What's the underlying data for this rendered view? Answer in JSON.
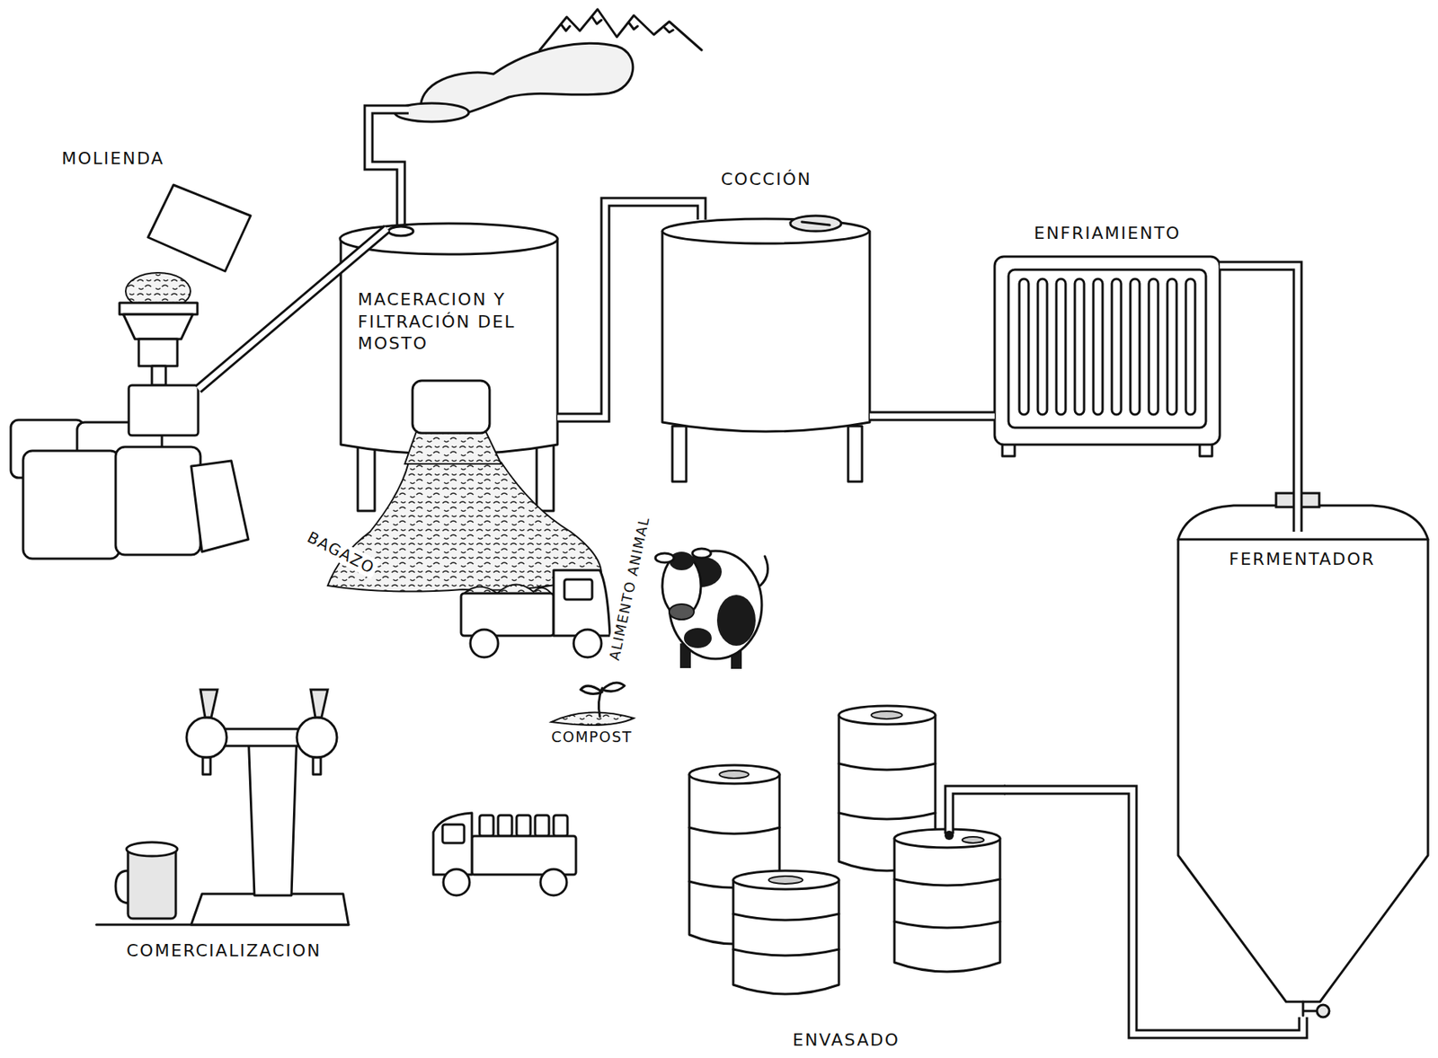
{
  "diagram": {
    "nodes": [
      {
        "text": [
          "MOLIENDA"
        ]
      },
      {
        "text": [
          "MACERACION Y FILTRACIÓN DEL MOSTO"
        ]
      },
      {
        "text": [
          "COCCIÓN"
        ]
      },
      {
        "text": [
          "ENFRIAMIENTO"
        ]
      },
      {
        "text": [
          "FERMENTADOR"
        ]
      },
      {
        "text": [
          "ENVASADO"
        ]
      },
      {
        "text": [
          "COMERCIALIZACION"
        ]
      }
    ],
    "edges": [
      {
        "from": 0,
        "to": 1,
        "arrow": "none"
      },
      {
        "from": 1,
        "to": 2,
        "arrow": "none"
      },
      {
        "from": 2,
        "to": 3,
        "arrow": "none"
      },
      {
        "from": 3,
        "to": 4,
        "arrow": "none"
      },
      {
        "from": 4,
        "to": 5,
        "arrow": "none"
      }
    ],
    "labels": [
      "BAGAZO",
      "ALIMENTO ANIMAL",
      "COMPOST"
    ]
  }
}
